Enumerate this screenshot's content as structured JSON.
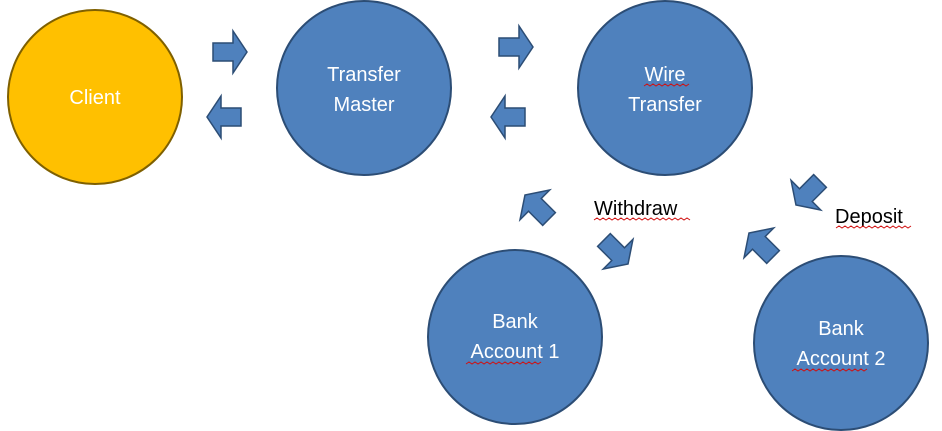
{
  "colors": {
    "client_fill": "#FFC000",
    "client_stroke": "#7F6000",
    "node_fill": "#4F81BD",
    "node_stroke": "#2C4D75",
    "arrow_fill": "#4F81BD",
    "arrow_stroke": "#2C4D75",
    "spellcheck_underline": "#D01010"
  },
  "nodes": {
    "client": {
      "label": "Client"
    },
    "transfer_master": {
      "line1": "Transfer",
      "line2": "Master"
    },
    "wire_transfer": {
      "line1": "Wire",
      "line2": "Transfer"
    },
    "bank_account_1": {
      "line1": "Bank",
      "line2": "Account 1"
    },
    "bank_account_2": {
      "line1": "Bank",
      "line2": "Account 2"
    }
  },
  "labels": {
    "withdraw": "Withdraw",
    "deposit": "Deposit"
  }
}
